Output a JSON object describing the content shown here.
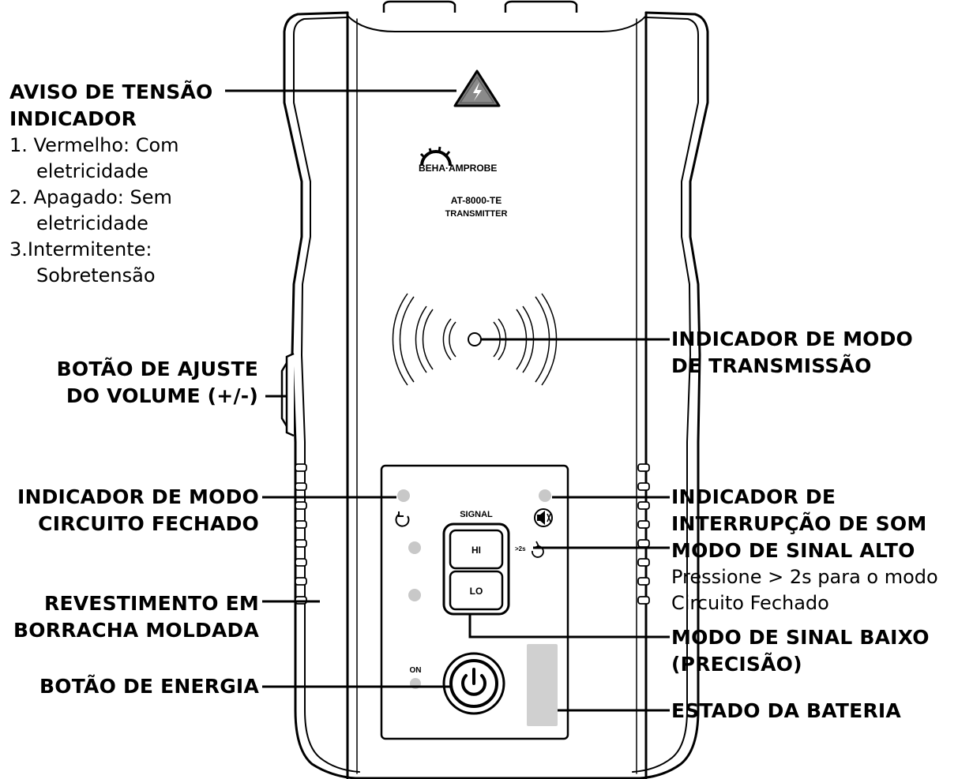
{
  "device": {
    "brand": "BEHA·AMPROBE",
    "model": "AT-8000-TE",
    "type": "TRANSMITTER",
    "panel_signal": "SIGNAL",
    "button_hi": "HI",
    "button_lo": "LO",
    "on_label": "ON",
    "hold_hint": ">2s"
  },
  "callouts": {
    "voltage_warning": {
      "line1": "AVISO DE TENSÃO",
      "line2": "INDICADOR",
      "items": [
        "1.  Vermelho: Com",
        "eletricidade",
        "2.  Apagado: Sem",
        "eletricidade",
        "3.Intermitente:",
        "Sobretensão"
      ]
    },
    "volume_button": {
      "line1": "BOTÃO DE AJUSTE",
      "line2": "DO VOLUME (+/-)"
    },
    "closed_circuit_indicator": {
      "line1": "INDICADOR DE MODO",
      "line2": "CIRCUITO FECHADO"
    },
    "rubber_casing": {
      "line1": "REVESTIMENTO EM",
      "line2": "BORRACHA MOLDADA"
    },
    "power_button": {
      "line1": "BOTÃO DE ENERGIA"
    },
    "transmit_indicator": {
      "line1": "INDICADOR DE MODO",
      "line2": "DE TRANSMISSÃO"
    },
    "mute_indicator": {
      "line1": "INDICADOR DE",
      "line2": "INTERRUPÇÃO DE SOM"
    },
    "high_signal": {
      "line1": "MODO DE SINAL ALTO",
      "desc1": "Pressione > 2s para o modo",
      "desc2": "Circuito Fechado"
    },
    "low_signal": {
      "line1": "MODO DE SINAL BAIXO",
      "line2": "(PRECISÃO)"
    },
    "battery": {
      "line1": "ESTADO DA BATERIA"
    }
  },
  "colors": {
    "stroke": "#000000",
    "led": "#c8c8c8",
    "battery": "#d0d0d0",
    "warning_fill": "#808080"
  }
}
